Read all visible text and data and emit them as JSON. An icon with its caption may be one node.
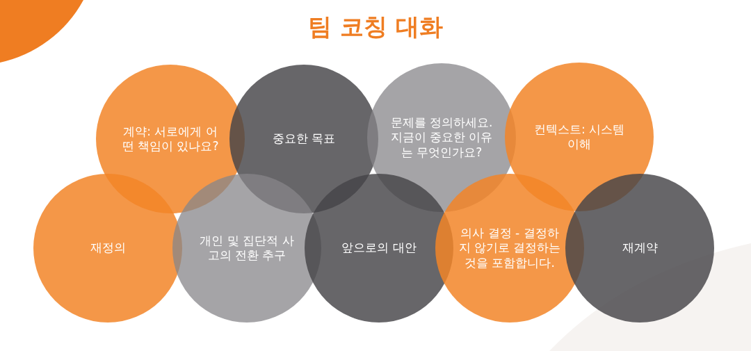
{
  "diagram": {
    "title": "팀 코칭 대화",
    "nodes": [
      {
        "text": [
          "계약: 서로에게 어떤 책임이 있나요?"
        ]
      },
      {
        "text": [
          "중요한 목표"
        ]
      },
      {
        "text": [
          "문제를 정의하세요. 지금이 중요한 이유는 무엇인가요?"
        ]
      },
      {
        "text": [
          "컨텍스트: 시스템 이해"
        ]
      },
      {
        "text": [
          "재정의"
        ]
      },
      {
        "text": [
          "개인 및 집단적 사고의 전환 추구"
        ]
      },
      {
        "text": [
          "앞으로의 대안"
        ]
      },
      {
        "text": [
          "의사 결정 - 결정하지 않기로 결정하는 것을 포함합니다."
        ]
      },
      {
        "text": [
          "재계약"
        ]
      }
    ],
    "edges": []
  }
}
